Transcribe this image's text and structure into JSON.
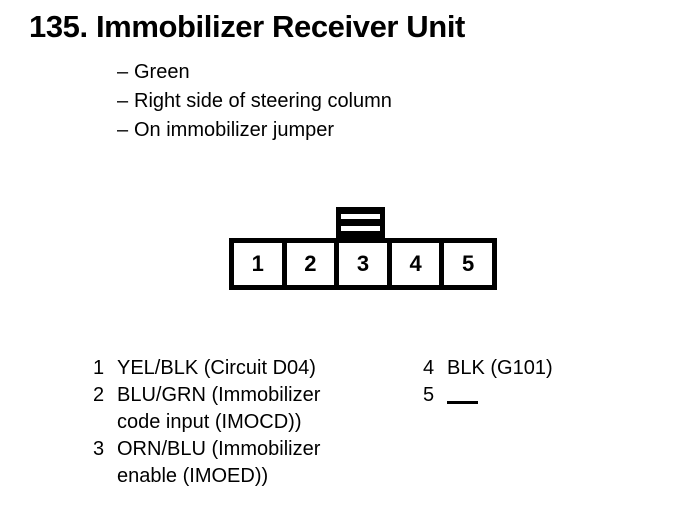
{
  "title": "135. Immobilizer Receiver Unit",
  "spec_list": {
    "dash": "–",
    "items": [
      "Green",
      "Right side of steering column",
      "On immobilizer jumper"
    ]
  },
  "connector": {
    "type": "5-pin connector",
    "tab_label": "locking tab",
    "pins": [
      "1",
      "2",
      "3",
      "4",
      "5"
    ]
  },
  "pin_legend": {
    "left_column": [
      {
        "number": "1",
        "line1": "YEL/BLK (Circuit D04)",
        "line2": ""
      },
      {
        "number": "2",
        "line1": "BLU/GRN (Immobilizer",
        "line2": "code input (IMOCD))"
      },
      {
        "number": "3",
        "line1": "ORN/BLU (Immobilizer",
        "line2": "enable (IMOED))"
      }
    ],
    "right_column": [
      {
        "number": "4",
        "line1": "BLK (G101)",
        "line2": "",
        "is_rule": false
      },
      {
        "number": "5",
        "line1": "",
        "line2": "",
        "is_rule": true
      }
    ]
  },
  "colors": {
    "ink": "#000000",
    "background": "#ffffff"
  }
}
